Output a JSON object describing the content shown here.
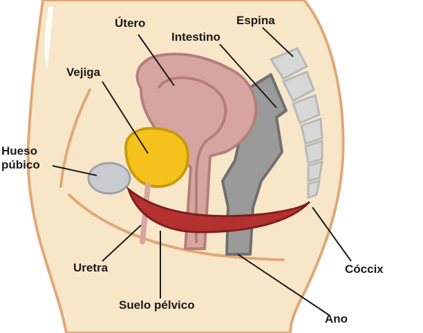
{
  "labels": {
    "utero": "Útero",
    "intestino": "Intestino",
    "espina": "Espina",
    "vejiga": "Vejiga",
    "hueso_line1": "Hueso",
    "hueso_line2": "púbico",
    "uretra": "Uretra",
    "suelo_pelvico": "Suelo pélvico",
    "coccix": "Cóccix",
    "ano": "Ano"
  },
  "colors": {
    "skin": "#f8e6c8",
    "skin_outline": "#e0a878",
    "uterus": "#d7a5a1",
    "uterus_outline": "#b47e7b",
    "bladder": "#f4c21a",
    "bladder_outline": "#c89a10",
    "bowel": "#9a9a9a",
    "bowel_outline": "#6f6f6f",
    "spine": "#d7d7d7",
    "pubic_bone": "#c8cbd0",
    "pelvic_floor": "#b3312e",
    "leader_line": "#1a1a1a"
  }
}
